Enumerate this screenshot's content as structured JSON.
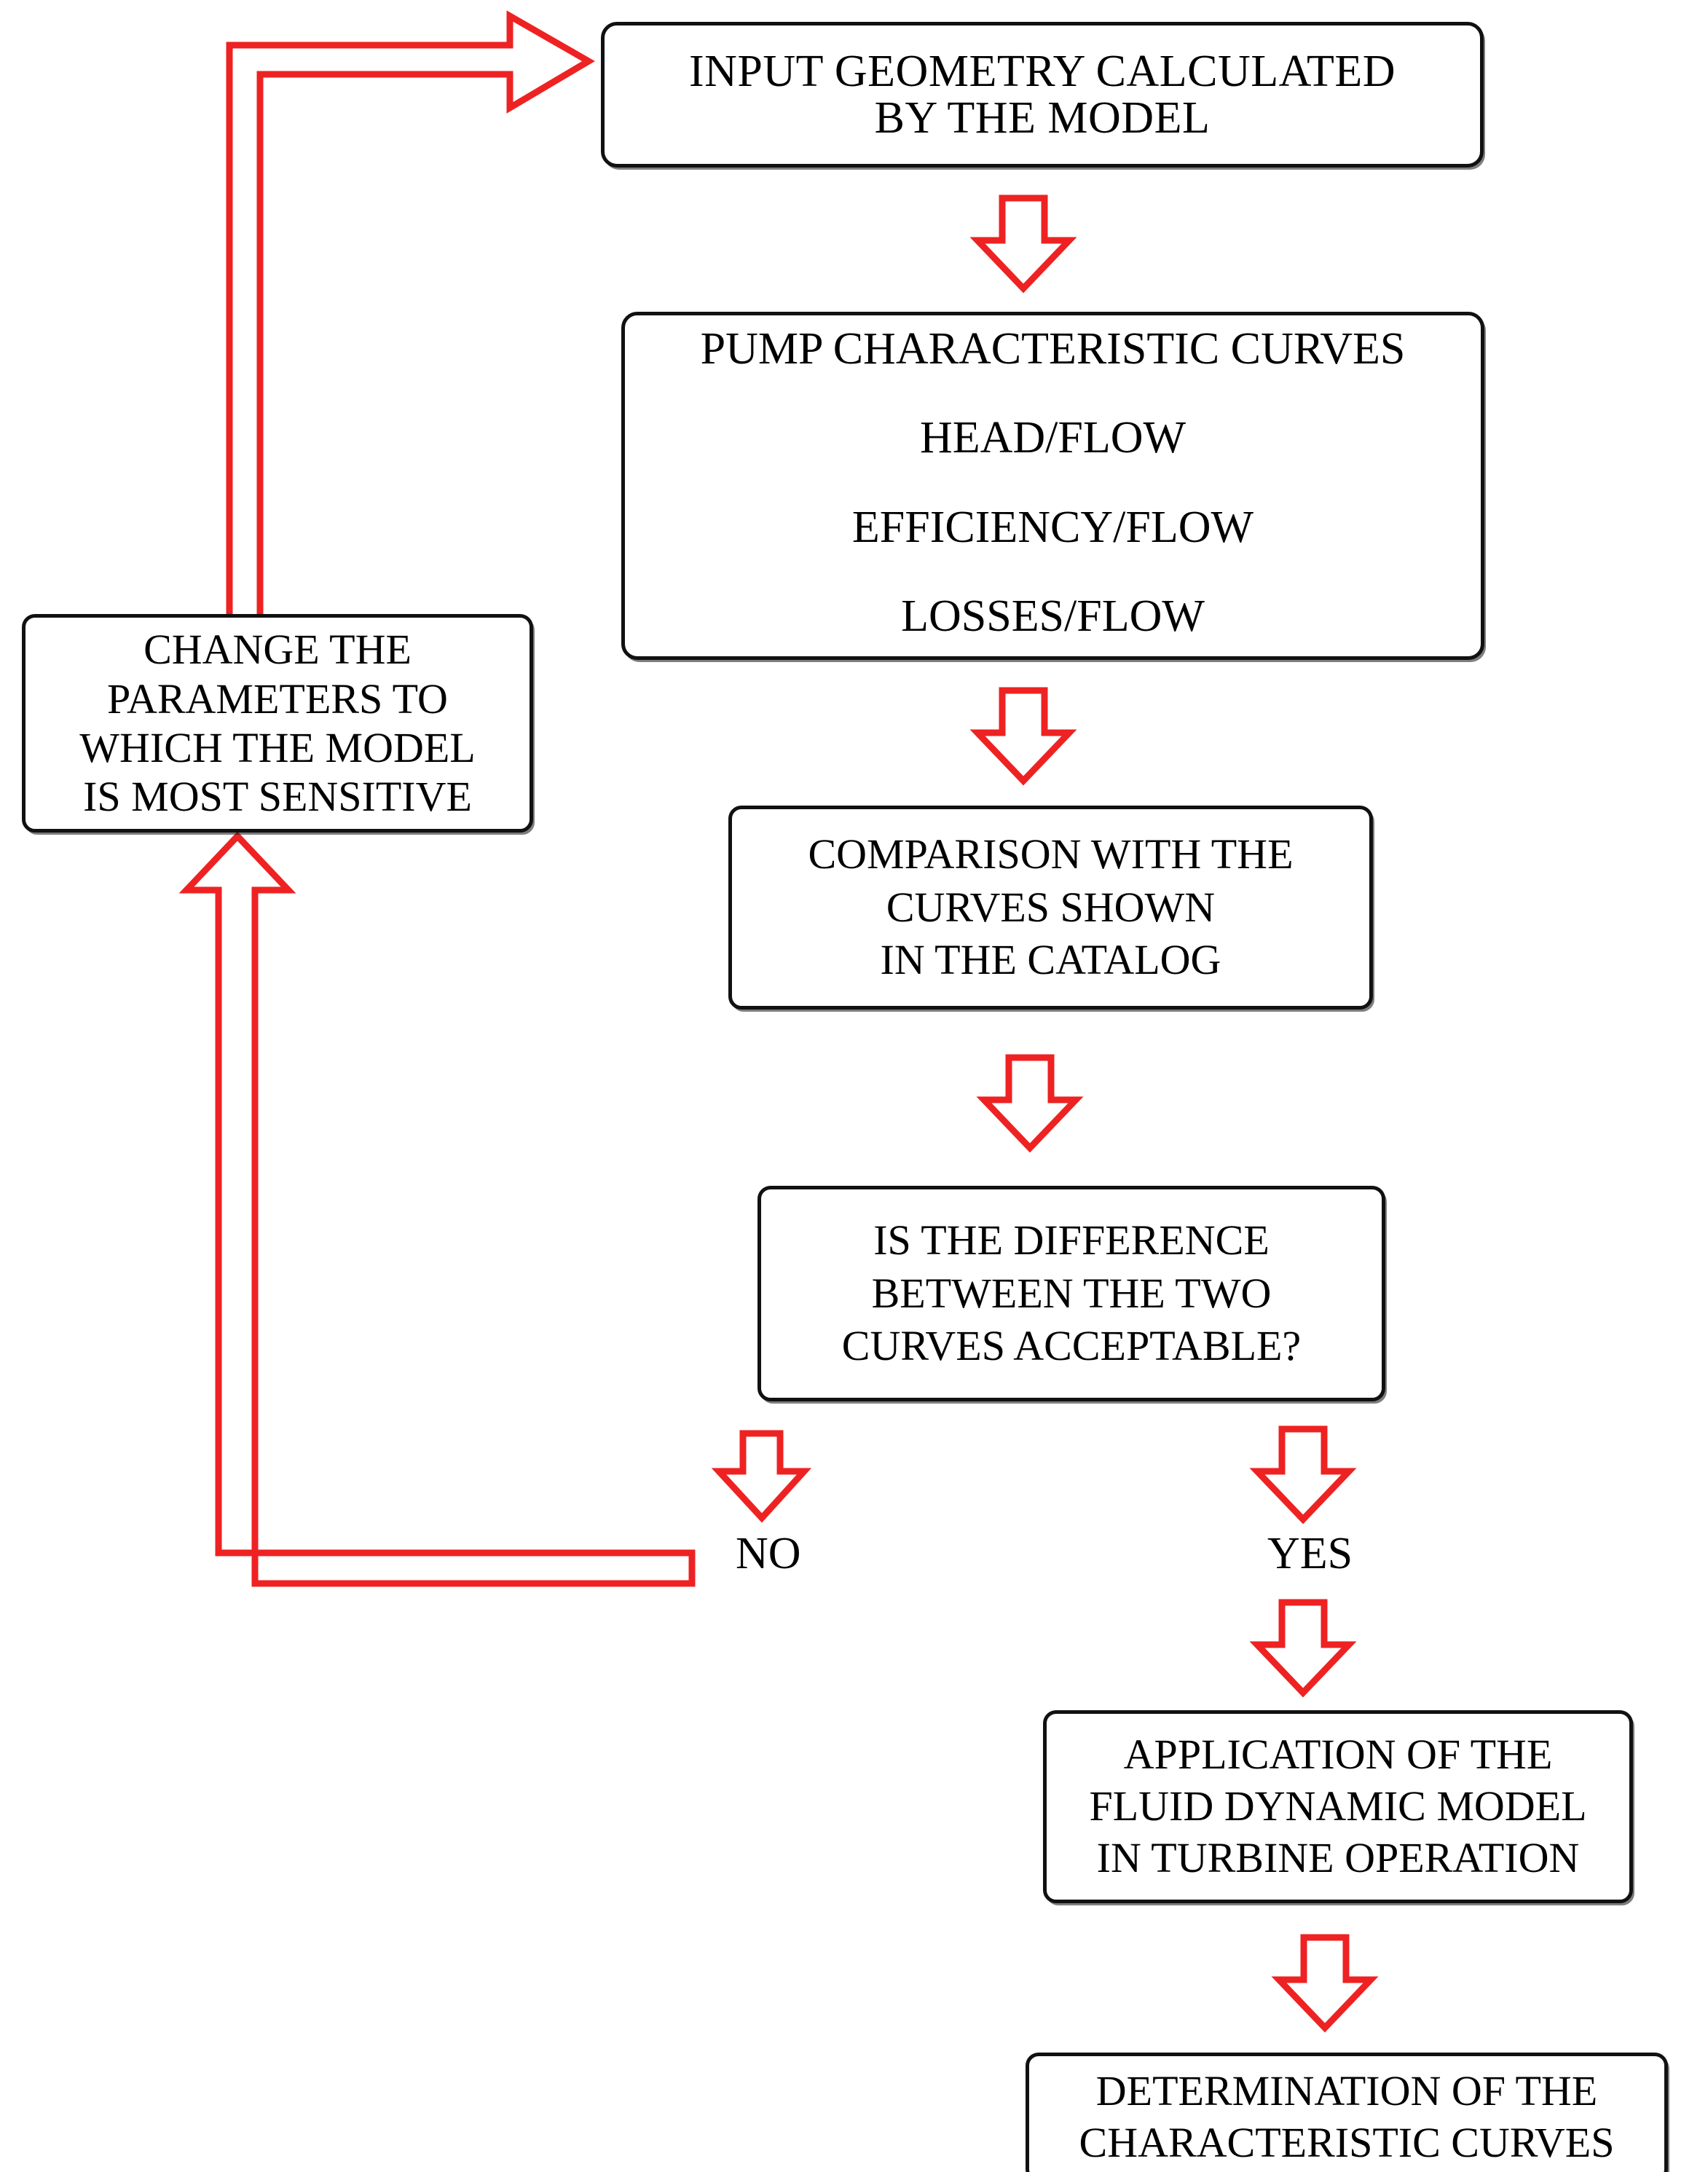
{
  "diagram": {
    "title": "Pump model validation flowchart",
    "accent_color": "#ee2222",
    "box_border_color": "#111111",
    "background": "#ffffff",
    "nodes": [
      {
        "id": "input-geometry",
        "lines": [
          "INPUT GEOMETRY  CALCULATED",
          "BY THE MODEL"
        ]
      },
      {
        "id": "pump-curves",
        "lines": [
          "PUMP CHARACTERISTIC CURVES",
          "HEAD/FLOW",
          "EFFICIENCY/FLOW",
          "LOSSES/FLOW"
        ]
      },
      {
        "id": "change-params",
        "lines": [
          "CHANGE  THE",
          "PARAMETERS TO",
          "WHICH THE MODEL",
          "IS MOST SENSITIVE"
        ]
      },
      {
        "id": "comparison",
        "lines": [
          "COMPARISON WITH THE",
          "CURVES SHOWN",
          "IN THE CATALOG"
        ]
      },
      {
        "id": "decision",
        "lines": [
          "IS THE DIFFERENCE",
          "BETWEEN THE TWO",
          "CURVES ACCEPTABLE?"
        ]
      },
      {
        "id": "application",
        "lines": [
          "APPLICATION OF THE",
          "FLUID DYNAMIC MODEL",
          "IN TURBINE OPERATION"
        ]
      },
      {
        "id": "determination",
        "lines": [
          "DETERMINATION OF THE",
          "CHARACTERISTIC CURVES"
        ]
      }
    ],
    "edge_labels": {
      "no": "NO",
      "yes": "YES"
    },
    "arrows": [
      {
        "id": "arrow-input-to-pump",
        "kind": "block-arrow-down"
      },
      {
        "id": "arrow-pump-to-comparison",
        "kind": "block-arrow-down"
      },
      {
        "id": "arrow-comparison-to-decision",
        "kind": "block-arrow-down"
      },
      {
        "id": "arrow-decision-no",
        "kind": "block-arrow-down"
      },
      {
        "id": "arrow-decision-yes",
        "kind": "block-arrow-down"
      },
      {
        "id": "arrow-yes-to-application",
        "kind": "block-arrow-down"
      },
      {
        "id": "arrow-application-to-determination",
        "kind": "block-arrow-down"
      },
      {
        "id": "arrow-change-to-input",
        "kind": "block-elbow-arrow-right"
      },
      {
        "id": "arrow-no-to-change",
        "kind": "block-elbow-arrow-up"
      }
    ]
  }
}
